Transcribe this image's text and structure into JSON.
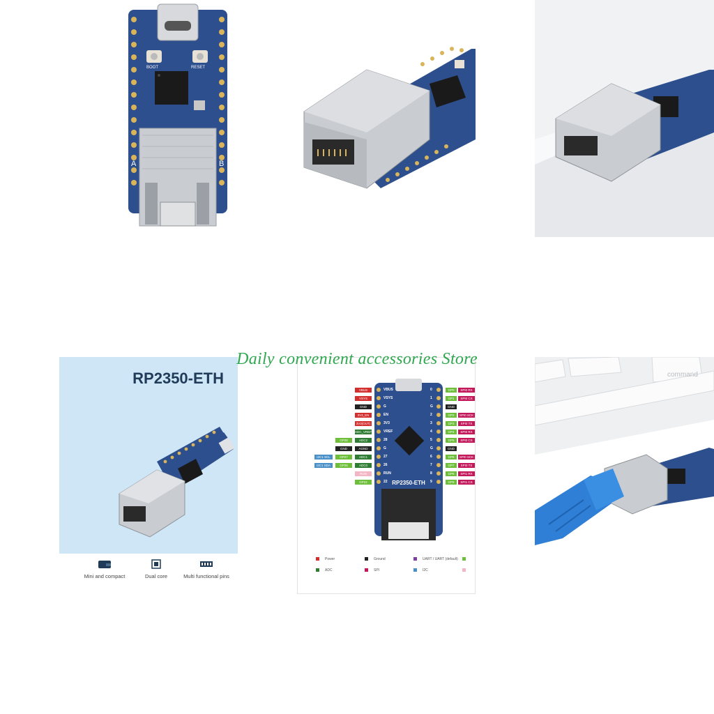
{
  "watermark": "Daily convenient accessories Store",
  "board_silkscreen": {
    "boot": "BOOT",
    "reset": "RESET",
    "side_a": "A",
    "side_b": "B"
  },
  "poster": {
    "title": "RP2350-ETH",
    "features": [
      {
        "label": "Mini and compact",
        "icon": "wallet-icon"
      },
      {
        "label": "Dual core",
        "icon": "cpu-icon"
      },
      {
        "label": "Multi functional pins",
        "icon": "pins-icon"
      }
    ]
  },
  "pinout": {
    "board_label": "RP2350-ETH",
    "left_pins": [
      "VBUS",
      "VSYS",
      "G",
      "EN",
      "3V3",
      "VREF",
      "28",
      "G",
      "27",
      "26",
      "RUN",
      "22"
    ],
    "right_pins": [
      "0",
      "1",
      "G",
      "2",
      "3",
      "4",
      "5",
      "G",
      "6",
      "7",
      "8",
      "9"
    ],
    "left_tags": [
      "VBUS",
      "VSYS",
      "GND",
      "3V3_EN",
      "3V3(OUT)",
      "ADC_VREF",
      "ADC2",
      "AGND",
      "ADC1",
      "ADC0",
      "RUN",
      "GP22"
    ],
    "left_extra": [
      "",
      "",
      "",
      "",
      "",
      "",
      "GP28",
      "GND",
      "GP27",
      "GP26",
      "",
      ""
    ],
    "left_i2c": [
      "",
      "",
      "",
      "",
      "",
      "",
      "",
      "",
      "I2C1 SCL",
      "I2C1 SDA",
      "",
      ""
    ],
    "right_tags": [
      "GP0",
      "GP1",
      "GND",
      "GP2",
      "GP3",
      "GP4",
      "GP5",
      "GND",
      "GP6",
      "GP7",
      "GP8",
      "GP9"
    ],
    "right_extra": [
      "SPI0 RX",
      "SPI0 CS",
      "",
      "SPI0 SCK",
      "SPI0 TX",
      "SPI0 RX",
      "SPI0 CS",
      "",
      "SPI0 SCK",
      "SPI0 TX",
      "SPI1 RX",
      "SPI1 CS"
    ],
    "legend": [
      {
        "label": "Power",
        "color": "#d32f2f"
      },
      {
        "label": "Ground",
        "color": "#222222"
      },
      {
        "label": "UART / UART (default)",
        "color": "#7a3fa0"
      },
      {
        "label": "",
        "color": "#6dbf3a"
      },
      {
        "label": "ADC",
        "color": "#2e7d32"
      },
      {
        "label": "SPI",
        "color": "#c2185b"
      },
      {
        "label": "I2C",
        "color": "#4a90c8"
      },
      {
        "label": "",
        "color": "#f3b6c4"
      }
    ]
  },
  "keyboard": {
    "key_label": "command"
  },
  "colors": {
    "pcb_blue": "#2d4f8e",
    "pcb_dark": "#1e3566",
    "metal": "#c9ccd0",
    "gold": "#d9b45a",
    "watermark_green": "#2fa84f",
    "poster_bg": "#cfe6f7",
    "cable_blue": "#2f7fd6"
  }
}
